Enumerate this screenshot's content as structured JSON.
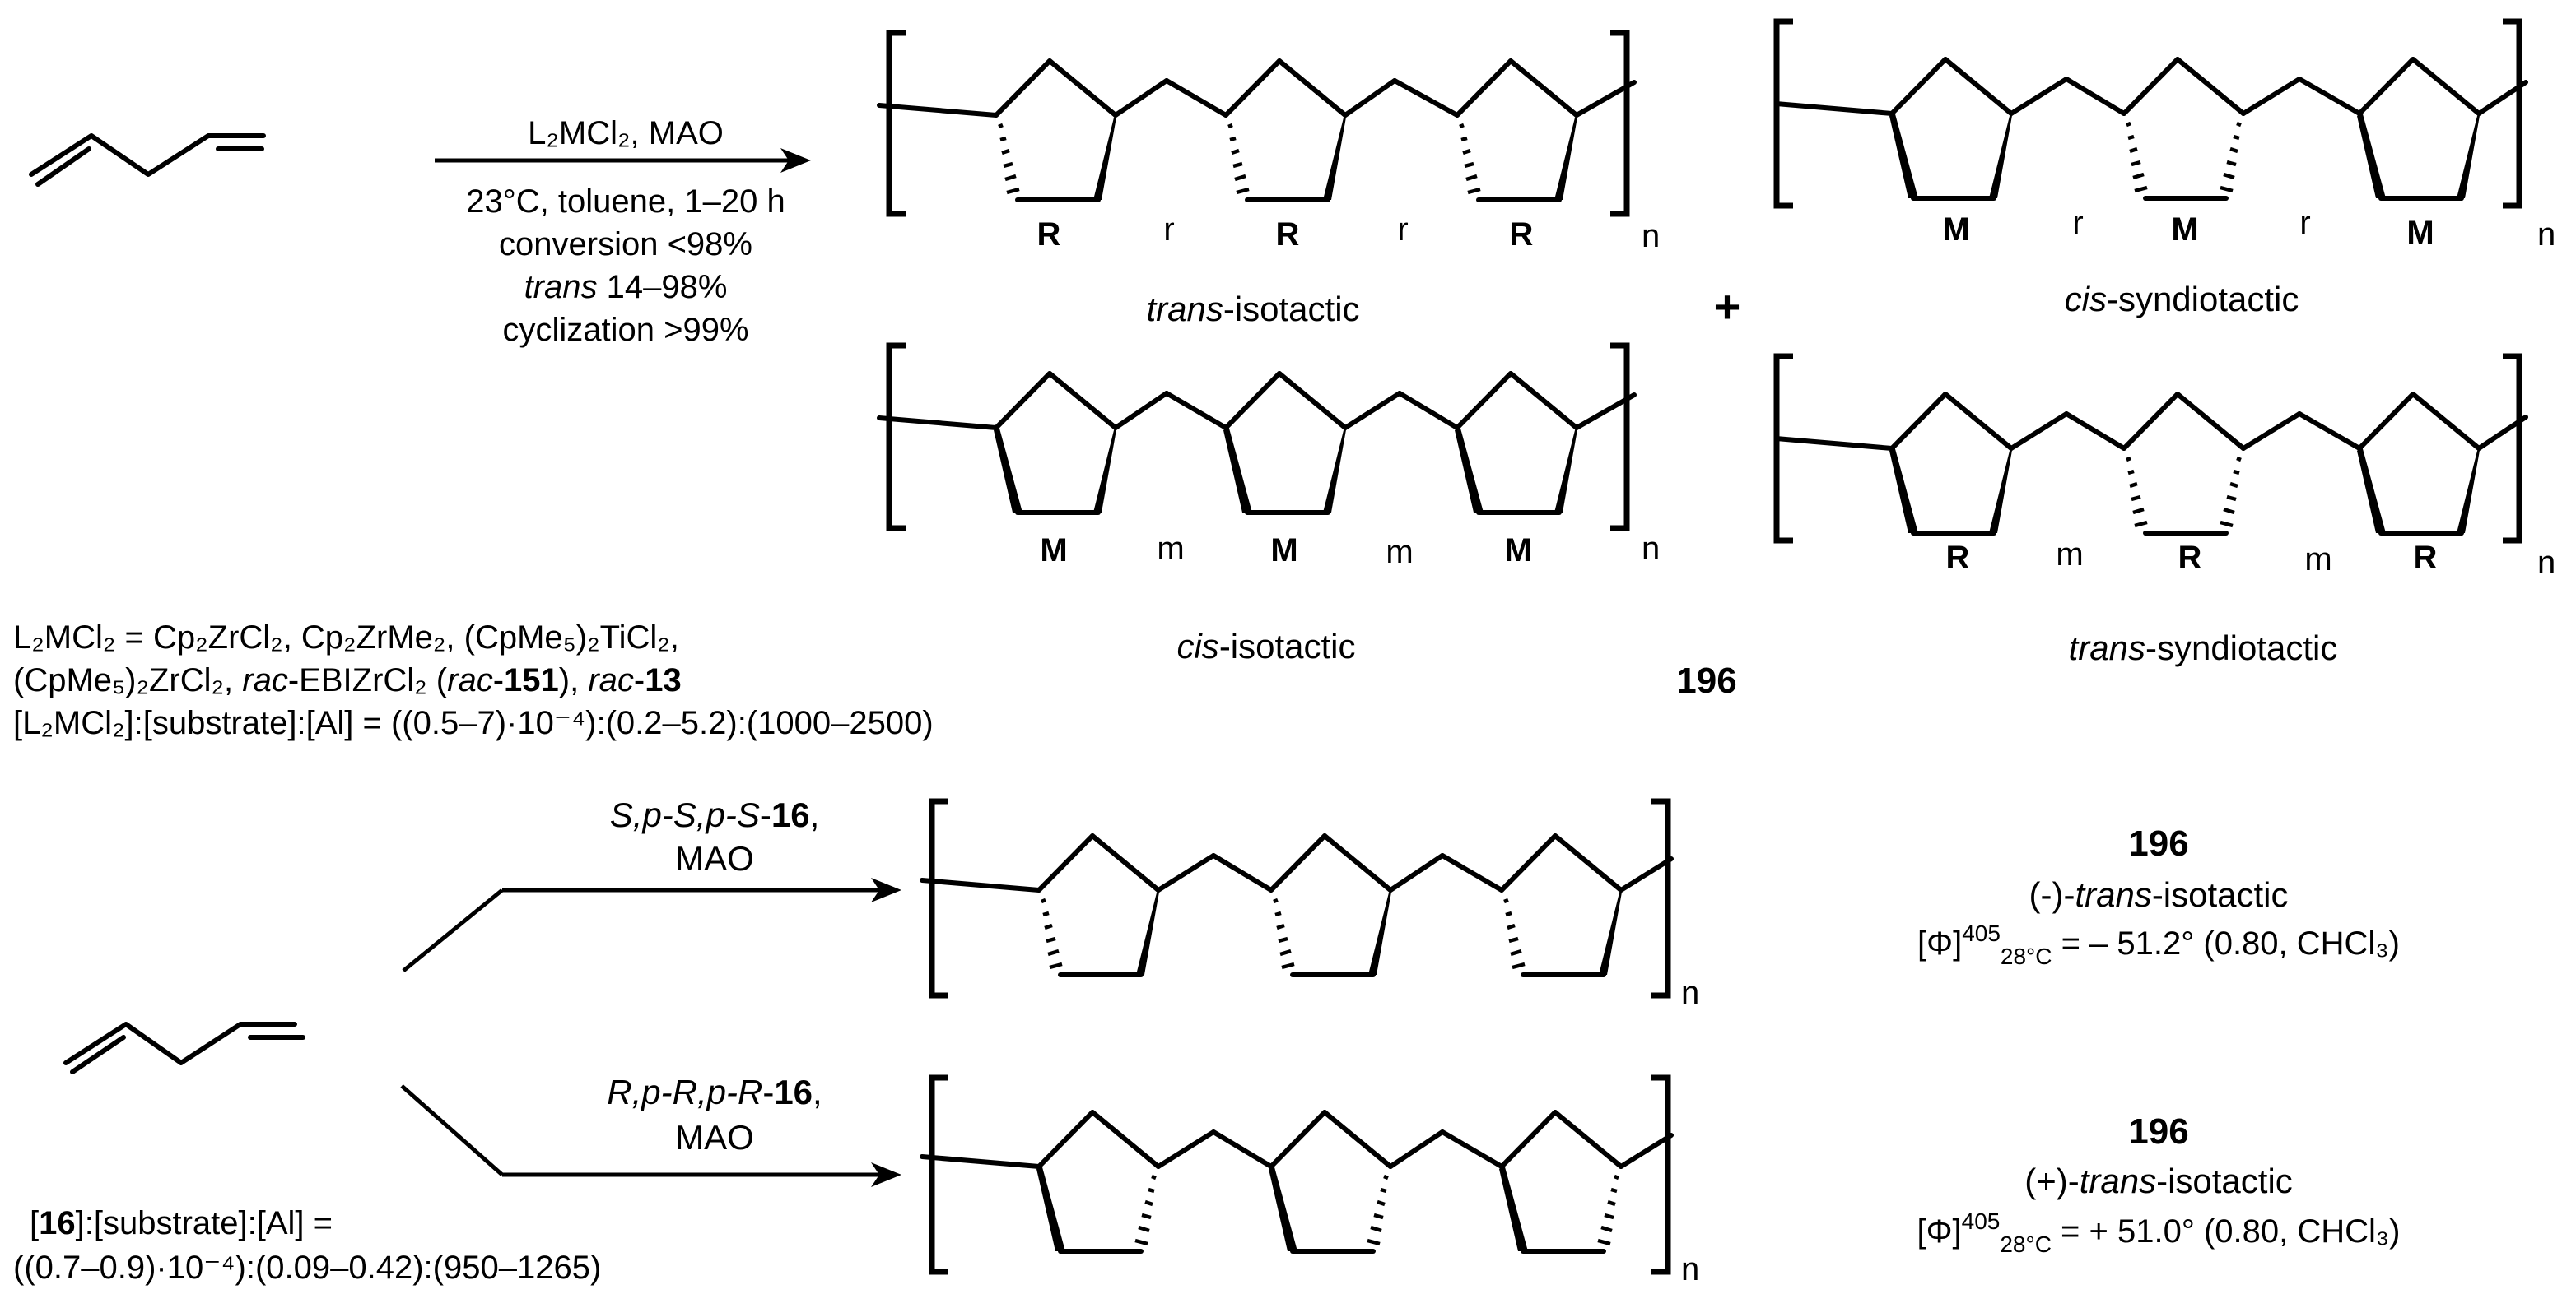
{
  "scheme1": {
    "reagent": "L₂MCl₂, MAO",
    "cond1": "23°C, toluene, 1–20 h",
    "cond2": "conversion <98%",
    "cond3_italic": "trans",
    "cond3_rest": " 14–98%",
    "cond4": "cyclization >99%",
    "def_line1": "L₂MCl₂ = Cp₂ZrCl₂, Cp₂ZrMe₂, (CpMe₅)₂TiCl₂,",
    "def_line2_a": "(CpMe₅)₂ZrCl₂, ",
    "def_line2_b": "rac",
    "def_line2_c": "-EBIZrCl₂ (",
    "def_line2_d": "rac",
    "def_line2_e": "-",
    "def_line2_f": "151",
    "def_line2_g": "), ",
    "def_line2_h": "rac",
    "def_line2_i": "-",
    "def_line2_j": "13",
    "def_line3": "[L₂MCl₂]:[substrate]:[Al] = ((0.5–7)·10⁻⁴):(0.2–5.2):(1000–2500)",
    "plus": "+",
    "compound": "196",
    "n": "n",
    "polymers": [
      {
        "name_italic": "trans",
        "name_rest": "-isotactic",
        "labels": [
          "R",
          "r",
          "R",
          "r",
          "R"
        ]
      },
      {
        "name_italic": "cis",
        "name_rest": "-syndiotactic",
        "labels": [
          "M",
          "r",
          "M",
          "r",
          "M"
        ]
      },
      {
        "name_italic": "cis",
        "name_rest": "-isotactic",
        "labels": [
          "M",
          "m",
          "M",
          "m",
          "M"
        ]
      },
      {
        "name_italic": "trans",
        "name_rest": "-syndiotactic",
        "labels": [
          "R",
          "m",
          "R",
          "m",
          "R"
        ]
      }
    ]
  },
  "scheme2": {
    "upper_reagent_italic": "S,p-S,p-S",
    "upper_reagent_dash": "-",
    "upper_reagent_bold": "16",
    "upper_reagent_comma": ",",
    "upper_mao": "MAO",
    "lower_reagent_italic": "R,p-R,p-R",
    "lower_reagent_dash": "-",
    "lower_reagent_bold": "16",
    "lower_reagent_comma": ",",
    "lower_mao": "MAO",
    "ratio_a": "[",
    "ratio_b": "16",
    "ratio_c": "]:[substrate]:[Al] =",
    "ratio_line2": "((0.7–0.9)·10⁻⁴):(0.09–0.42):(950–1265)",
    "n": "n",
    "upper_product": {
      "compound": "196",
      "sign": "(-)-",
      "name_italic": "trans",
      "name_rest": "-isotactic",
      "rot_symbol": "[Φ]",
      "rot_sup": "405",
      "rot_sub": "28°C",
      "rot_value": " = – 51.2° (0.80, CHCl₃)"
    },
    "lower_product": {
      "compound": "196",
      "sign": "(+)-",
      "name_italic": "trans",
      "name_rest": "-isotactic",
      "rot_symbol": "[Φ]",
      "rot_sup": "405",
      "rot_sub": "28°C",
      "rot_value": " = + 51.0° (0.80, CHCl₃)"
    }
  }
}
